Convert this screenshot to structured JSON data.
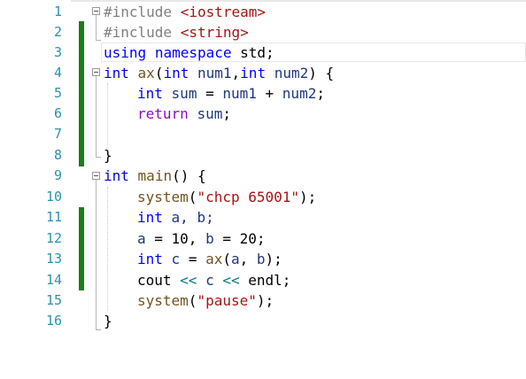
{
  "editor": {
    "line_numbers": [
      "1",
      "2",
      "3",
      "4",
      "5",
      "6",
      "7",
      "8",
      "9",
      "10",
      "11",
      "12",
      "13",
      "14",
      "15",
      "16"
    ],
    "lines": {
      "l1": {
        "directive": "#include",
        "target": "<iostream>"
      },
      "l2": {
        "directive": "#include",
        "target": "<string>"
      },
      "l3": {
        "kw_using": "using",
        "kw_namespace": "namespace",
        "name": "std;"
      },
      "l4": {
        "kw_int": "int",
        "fn": "ax",
        "p_open": "(",
        "kw_int2": "int",
        "p1": "num1",
        "comma": ",",
        "kw_int3": "int",
        "p2": "num2",
        "tail": ") {"
      },
      "l5": {
        "kw_int": "int",
        "var": "sum",
        "eq": " = ",
        "a": "num1",
        "plus": " + ",
        "b": "num2",
        "semi": ";"
      },
      "l6": {
        "kw_return": "return",
        "var": "sum",
        "semi": ";"
      },
      "l8": {
        "brace": "}"
      },
      "l9": {
        "kw_int": "int",
        "fn": "main",
        "tail": "() {"
      },
      "l10": {
        "fn": "system",
        "open": "(",
        "str": "\"chcp 65001\"",
        "close": ");"
      },
      "l11": {
        "kw_int": "int",
        "rest": "a, b;"
      },
      "l12": {
        "a": "a",
        "eq1": " = 10, ",
        "b": "b",
        "eq2": " = 20;"
      },
      "l13": {
        "kw_int": "int",
        "c": "c",
        "eq": " = ",
        "fn": "ax",
        "args_open": "(",
        "a": "a",
        "comma": ", ",
        "b": "b",
        "close": ");"
      },
      "l14": {
        "cout": "cout",
        "op1": " << ",
        "c": "c",
        "op2": " << ",
        "endl": "endl",
        "semi": ";"
      },
      "l15": {
        "fn": "system",
        "open": "(",
        "str": "\"pause\"",
        "close": ");"
      },
      "l16": {
        "brace": "}"
      }
    }
  }
}
